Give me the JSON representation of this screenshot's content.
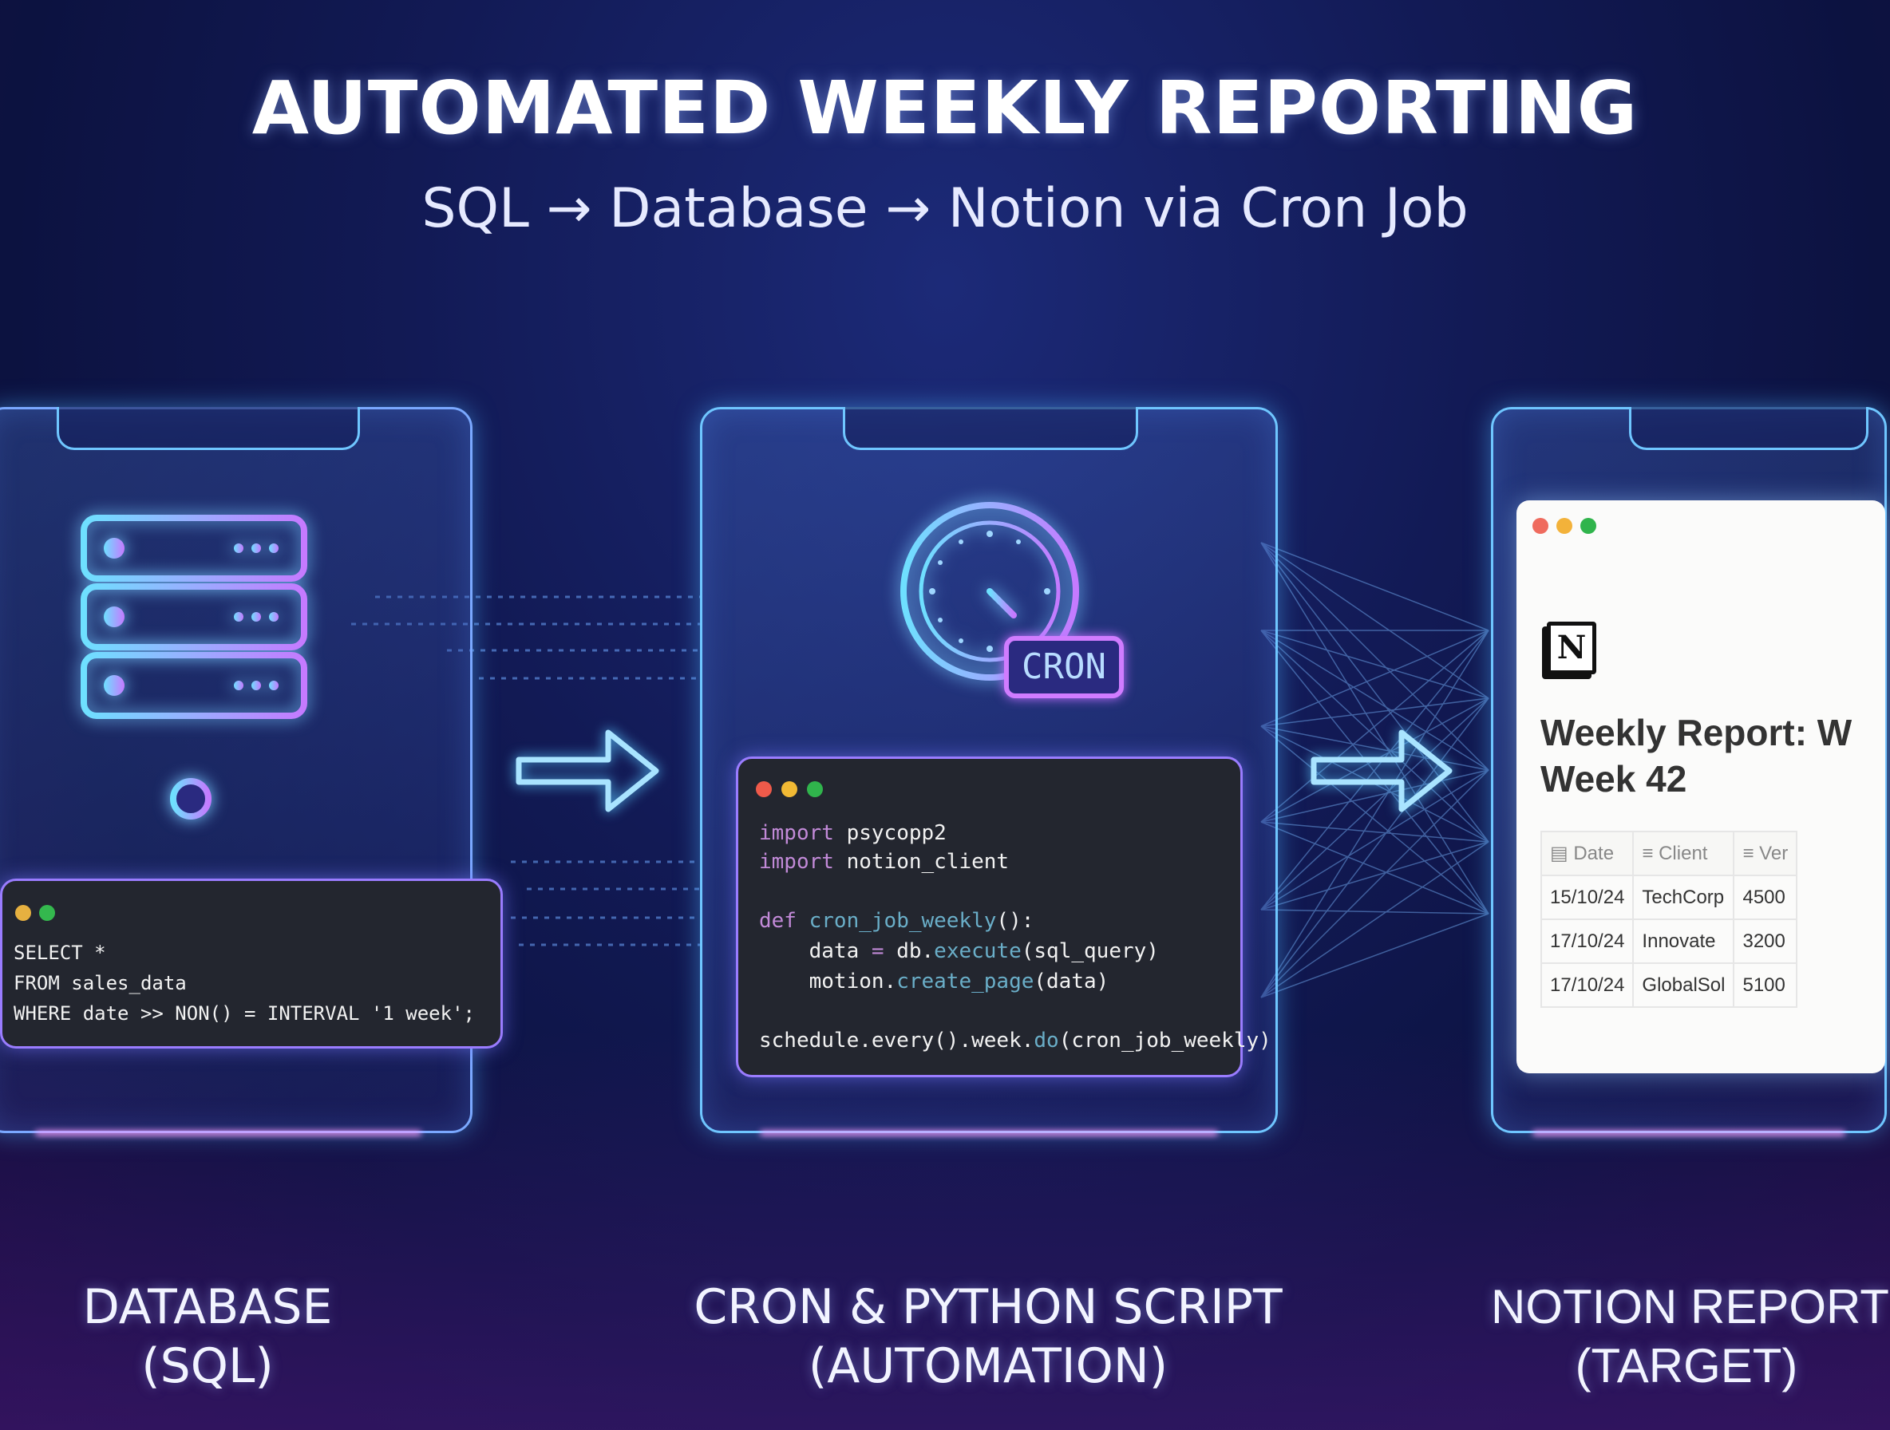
{
  "header": {
    "title": "AUTOMATED WEEKLY REPORTING",
    "subtitle": "SQL → Database → Notion via Cron Job"
  },
  "colors": {
    "accent_cyan": "#6fc6ff",
    "accent_purple": "#c28ad8",
    "background": "#121a55"
  },
  "database": {
    "icon": "server-icon",
    "sql": [
      "SELECT *",
      "FROM sales_data",
      "WHERE date >> NON() = INTERVAL '1 week';"
    ],
    "label": [
      "DATABASE",
      "(SQL)"
    ]
  },
  "automation": {
    "icon": "clock-icon",
    "badge": "CRON",
    "code": {
      "l1a": "import",
      "l1b": " psycopp2",
      "l2a": "import",
      "l2b": " notion_client",
      "l3a": "def",
      "l3b": " cron_job_weekly",
      "l3c": "():",
      "l4a": "    data ",
      "l4b": "=",
      "l4c": " db.",
      "l4d": "execute",
      "l4e": "(sql_query)",
      "l5a": "    motion.",
      "l5b": "create_page",
      "l5c": "(data)",
      "l6a": "schedule.every().week.",
      "l6b": "do",
      "l6c": "(cron_job_weekly)"
    },
    "label": [
      "CRON & PYTHON SCRIPT",
      "(AUTOMATION)"
    ]
  },
  "notion": {
    "logo": "notion-logo",
    "title": [
      "Weekly Report: W",
      "Week 42"
    ],
    "columns": [
      "Date",
      "Client",
      "Ver"
    ],
    "rows": [
      [
        "15/10/24",
        "TechCorp",
        "4500"
      ],
      [
        "17/10/24",
        "Innovate",
        "3200"
      ],
      [
        "17/10/24",
        "GlobalSol",
        "5100"
      ]
    ],
    "label": [
      "NOTION REPORT",
      "(TARGET)"
    ]
  }
}
